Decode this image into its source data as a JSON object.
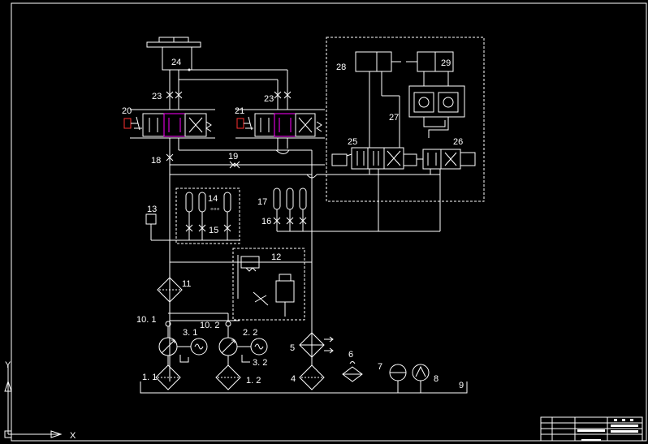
{
  "labels": {
    "l24": "24",
    "l23a": "23",
    "l23b": "23",
    "l20": "20",
    "l21": "21",
    "l18": "18",
    "l19": "19",
    "l28": "28",
    "l29": "29",
    "l27": "27",
    "l25": "25",
    "l26": "26",
    "l13": "13",
    "l14": "14",
    "l15": "15",
    "l17": "17",
    "l16": "16",
    "l12": "12",
    "l11": "11",
    "l10_1": "10. 1",
    "l10_2": "10. 2",
    "l3_1": "3. 1",
    "l2_2": "2. 2",
    "l3_2": "3. 2",
    "l1_1": "1. 1",
    "l1_2": "1. 2",
    "l5": "5",
    "l6": "6",
    "l7": "7",
    "l8": "8",
    "l4": "4",
    "l9": "9"
  },
  "ucs": {
    "x": "X",
    "y": "Y"
  },
  "colors": {
    "background": "#000000",
    "line": "#ffffff",
    "accent": "#ff00ff",
    "red": "#ff3030"
  }
}
